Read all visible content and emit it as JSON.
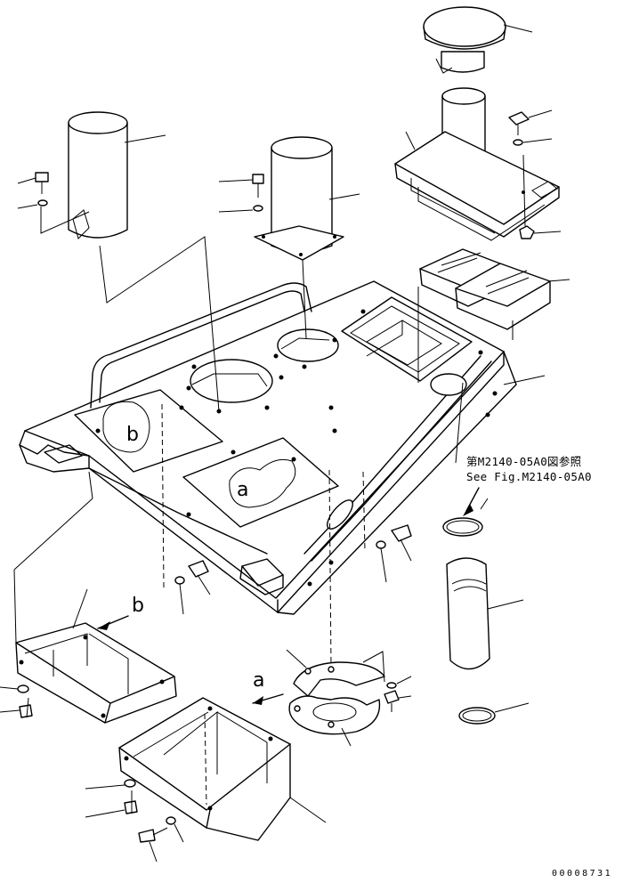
{
  "figure": {
    "view_labels": {
      "b_upper": "b",
      "a_upper": "a",
      "b_lower": "b",
      "a_lower": "a"
    },
    "reference": {
      "japanese": "第M2140-05A0図参照",
      "english": "See Fig.M2140-05A0"
    },
    "document_number": "00008731"
  }
}
